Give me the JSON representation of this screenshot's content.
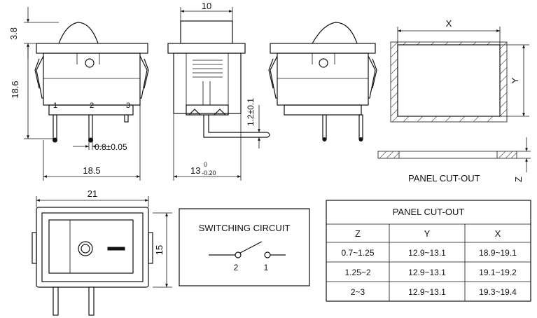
{
  "dimensions": {
    "button_height": "3.8",
    "body_height": "18.6",
    "top_width": "10",
    "pin_spacing": "18.5",
    "pin_thickness": "0.8±0.05",
    "pin_length_main": "13",
    "pin_length_tol_upper": "0",
    "pin_length_tol_lower": "-0.20",
    "lead_offset": "1.2±0.1",
    "bottom_width": "21",
    "bottom_height": "15"
  },
  "terminals": [
    "1",
    "2",
    "3"
  ],
  "panel_labels": {
    "x": "X",
    "y": "Y",
    "z": "Z",
    "caption": "PANEL CUT-OUT"
  },
  "switching": {
    "title": "SWITCHING CIRCUIT",
    "left": "2",
    "right": "1"
  },
  "table": {
    "title": "PANEL CUT-OUT",
    "headers": [
      "Z",
      "Y",
      "X"
    ],
    "rows": [
      [
        "0.7~1.25",
        "12.9~13.1",
        "18.9~19.1"
      ],
      [
        "1.25~2",
        "12.9~13.1",
        "19.1~19.2"
      ],
      [
        "2~3",
        "12.9~13.1",
        "19.3~19.4"
      ]
    ]
  }
}
